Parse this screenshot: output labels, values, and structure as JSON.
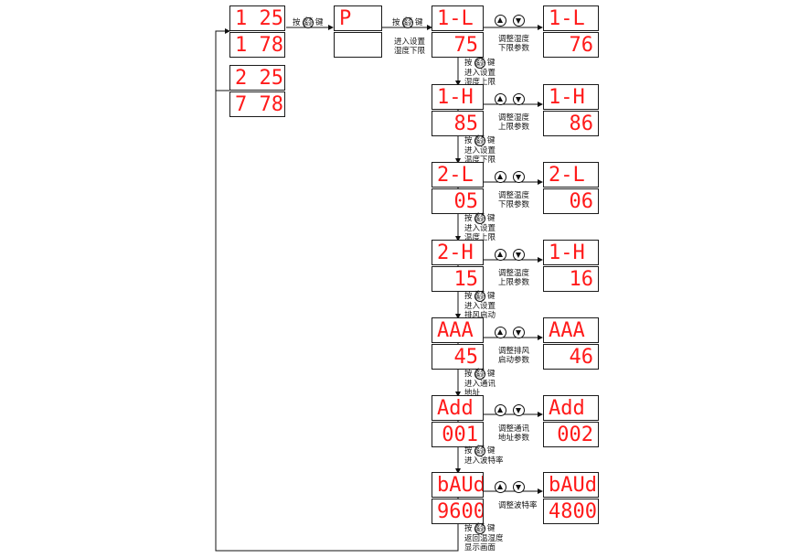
{
  "colors": {
    "segment": "#ff1a1a",
    "line": "#111111"
  },
  "press_word": "按",
  "key_word": "键",
  "set_key_icon": "set-key-icon",
  "set_key_text": [
    "设定",
    "确定"
  ],
  "arrow_keys": [
    "up-arrow-icon",
    "down-arrow-icon"
  ],
  "main_displays": {
    "ch1_top": "1 25",
    "ch1_bottom": "1 78",
    "ch2_top": "2 25",
    "ch2_bottom": "7 78",
    "password_top": "P",
    "password_bottom": ""
  },
  "entry_label": [
    "进入设置",
    "湿度下限"
  ],
  "params": [
    {
      "code": "1-L",
      "value": "75",
      "adjusted_code": "1-L",
      "adjusted_value": "76",
      "adjust_label": [
        "调整湿度",
        "下限参数"
      ]
    },
    {
      "code": "1-H",
      "value": "85",
      "adjusted_code": "1-H",
      "adjusted_value": "86",
      "adjust_label": [
        "调整湿度",
        "上限参数"
      ]
    },
    {
      "code": "2-L",
      "value": "05",
      "adjusted_code": "2-L",
      "adjusted_value": "06",
      "adjust_label": [
        "调整温度",
        "下限参数"
      ]
    },
    {
      "code": "2-H",
      "value": "15",
      "adjusted_code": "1-H",
      "adjusted_value": "16",
      "adjust_label": [
        "调整温度",
        "上限参数"
      ]
    },
    {
      "code": "AAA",
      "value": "45",
      "adjusted_code": "AAA",
      "adjusted_value": "46",
      "adjust_label": [
        "调整排风",
        "启动参数"
      ]
    },
    {
      "code": "Add",
      "value": "001",
      "adjusted_code": "Add",
      "adjusted_value": "002",
      "adjust_label": [
        "调整通讯",
        "地址参数"
      ]
    },
    {
      "code": "bAUd",
      "value": "9600",
      "adjusted_code": "bAUd",
      "adjusted_value": "4800",
      "adjust_label": [
        "调整波特率"
      ]
    }
  ],
  "step_labels": [
    [
      "进入设置",
      "湿度上限"
    ],
    [
      "进入设置",
      "温度下限"
    ],
    [
      "进入设置",
      "温度上限"
    ],
    [
      "进入设置",
      "排风启动"
    ],
    [
      "进入通讯",
      "地址"
    ],
    [
      "进入波特率"
    ],
    [
      "返回温湿度",
      "显示画面"
    ]
  ]
}
